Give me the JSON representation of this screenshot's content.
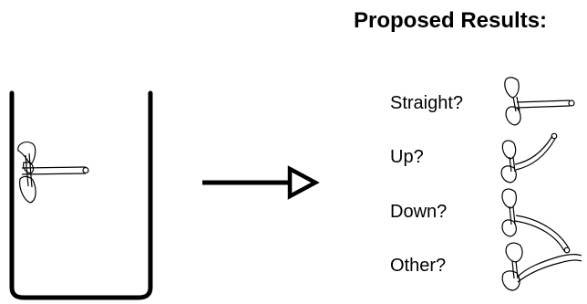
{
  "diagram": {
    "title": "Proposed Results:",
    "options": [
      {
        "label": "Straight?",
        "root_direction": "straight"
      },
      {
        "label": "Up?",
        "root_direction": "up"
      },
      {
        "label": "Down?",
        "root_direction": "down"
      },
      {
        "label": "Other?",
        "root_direction": "other"
      }
    ]
  }
}
